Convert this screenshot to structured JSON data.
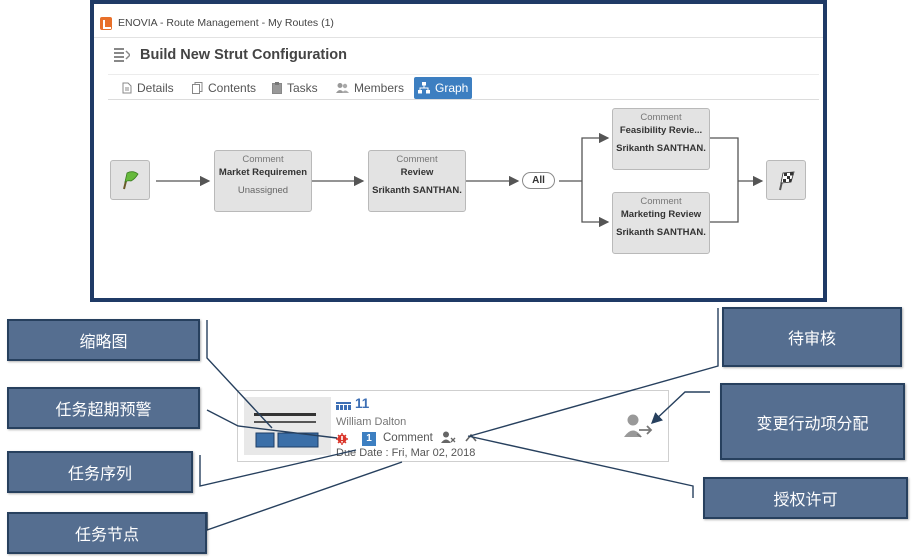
{
  "window": {
    "title": "ENOVIA - Route Management - My Routes (1)"
  },
  "header": {
    "title": "Build New Strut Configuration"
  },
  "tabs": [
    {
      "label": "Details",
      "icon": "document-icon"
    },
    {
      "label": "Contents",
      "icon": "pages-icon"
    },
    {
      "label": "Tasks",
      "icon": "clipboard-icon"
    },
    {
      "label": "Members",
      "icon": "people-icon"
    },
    {
      "label": "Graph",
      "icon": "hierarchy-icon",
      "active": true
    }
  ],
  "flow": {
    "start_icon": "green-flag-icon",
    "end_icon": "checkered-flag-icon",
    "join_label": "All",
    "nodes": [
      {
        "type": "Comment",
        "name": "Market Requiremen",
        "assignee": "Unassigned"
      },
      {
        "type": "Comment",
        "name": "Review",
        "assignee": "Srikanth SANTHAN."
      },
      {
        "type": "Comment",
        "name": "Feasibility Revie...",
        "assignee": "Srikanth SANTHAN."
      },
      {
        "type": "Comment",
        "name": "Marketing Review",
        "assignee": "Srikanth SANTHAN."
      }
    ]
  },
  "task_card": {
    "sequence": "11",
    "user": "William Dalton",
    "node_index": "1",
    "task_type": "Comment",
    "due_date": "Due Date : Fri, Mar 02, 2018"
  },
  "callouts": {
    "thumbnail": "缩略图",
    "overdue": "任务超期预警",
    "sequence": "任务序列",
    "node": "任务节点",
    "pending": "待审核",
    "reassign": "变更行动项分配",
    "approve": "授权许可"
  },
  "colors": {
    "frame": "#1f3a66",
    "accent": "#3d7fc1",
    "callout": "#556e90"
  }
}
